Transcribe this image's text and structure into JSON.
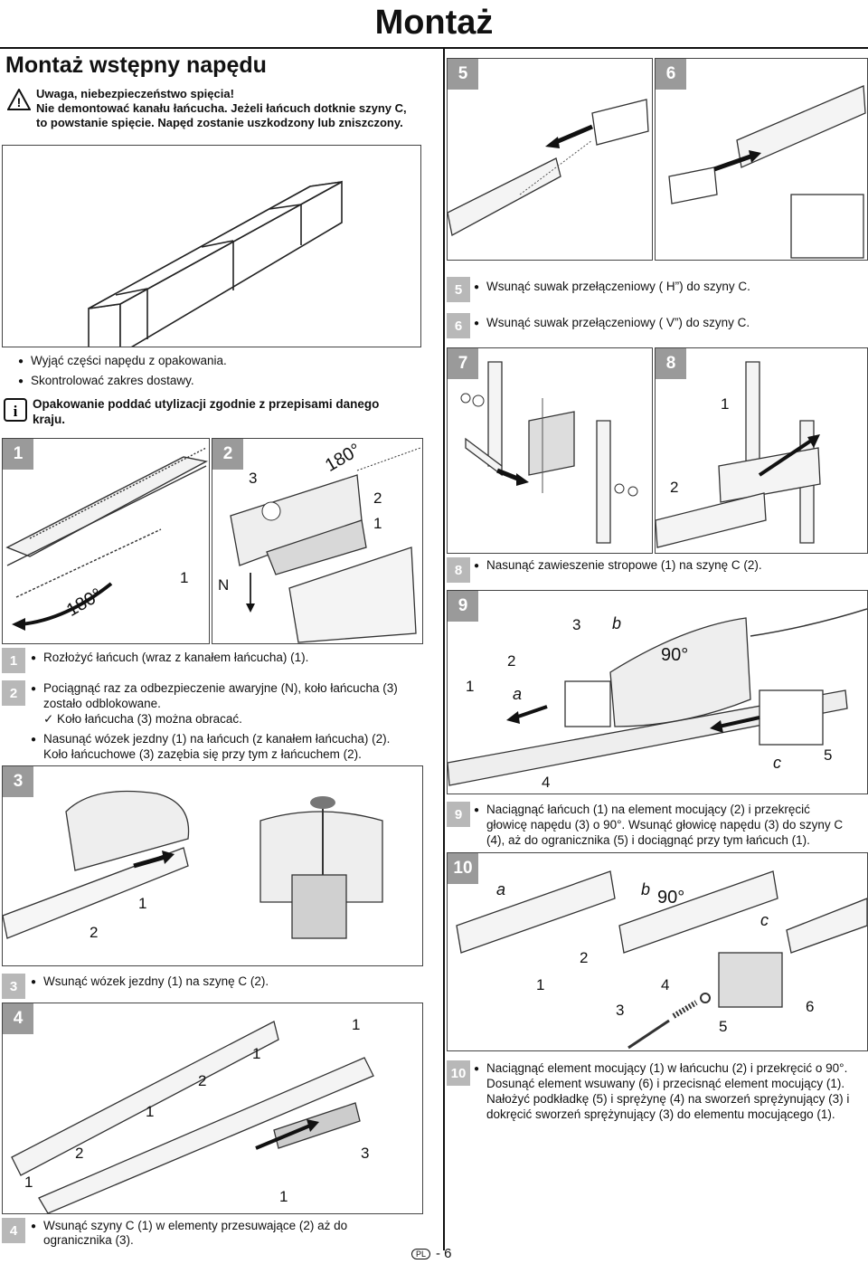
{
  "header": {
    "title": "Montaż"
  },
  "section": {
    "title": "Montaż wstępny napędu"
  },
  "warning": {
    "line1": "Uwaga, niebezpieczeństwo spięcia!",
    "line2": "Nie demontować kanału łańcucha. Jeżeli łańcuch dotknie szyny C,",
    "line3": "to powstanie spięcie. Napęd zostanie uszkodzony lub zniszczony."
  },
  "unpack": {
    "b1": "Wyjąć części napędu z opakowania.",
    "b2": "Skontrolować zakres dostawy.",
    "info": "Opakowanie poddać utylizacji zgodnie z przepisami danego kraju."
  },
  "figures": {
    "f1": "1",
    "f2": "2",
    "f3": "3",
    "f4": "4",
    "f5": "5",
    "f6": "6",
    "f7": "7",
    "f8": "8",
    "f9": "9",
    "f10": "10"
  },
  "callouts": {
    "n1": "1",
    "n2": "2",
    "n3": "3",
    "n4": "4",
    "n5": "5",
    "n6": "6",
    "N": "N",
    "deg180": "180°",
    "deg90": "90°",
    "a": "a",
    "b": "b",
    "c": "c"
  },
  "steps": {
    "s1": "Rozłożyć łańcuch (wraz z kanałem łańcucha) (1).",
    "s2a": "Pociągnąć raz za odbezpieczenie awaryjne (N), koło łańcucha (3)",
    "s2b": "zostało odblokowane.",
    "s2c": "✓ Koło łańcucha (3) można obracać.",
    "s2d": "Nasunąć wózek jezdny (1) na łańcuch (z kanałem łańcucha) (2).",
    "s2e": "Koło łańcuchowe (3) zazębia się przy tym z łańcuchem (2).",
    "s3": "Wsunąć wózek jezdny (1) na szynę C (2).",
    "s4a": "Wsunąć szyny C (1) w elementy przesuwające (2) aż do",
    "s4b": "ogranicznika (3).",
    "s5": "Wsunąć suwak przełączeniowy ( H”) do szyny C.",
    "s6": "Wsunąć suwak przełączeniowy ( V”) do szyny C.",
    "s8": "Nasunąć zawieszenie stropowe (1) na szynę C (2).",
    "s9a": "Naciągnąć łańcuch (1) na element mocujący (2) i przekręcić",
    "s9b": "głowicę napędu (3) o 90°. Wsunąć głowicę napędu (3) do szyny C",
    "s9c": "(4), aż do ogranicznika (5) i dociągnąć przy tym łańcuch (1).",
    "s10a": "Naciągnąć element mocujący (1) w łańcuchu (2) i przekręcić o 90°.",
    "s10b": "Dosunąć element wsuwany (6) i przecisnąć element mocujący (1).",
    "s10c": "Nałożyć podkładkę (5) i sprężynę (4) na sworzeń sprężynujący (3) i",
    "s10d": "dokręcić sworzeń sprężynujący (3) do elementu mocującego (1)."
  },
  "footer": {
    "lang": "PL",
    "page": "- 6"
  }
}
